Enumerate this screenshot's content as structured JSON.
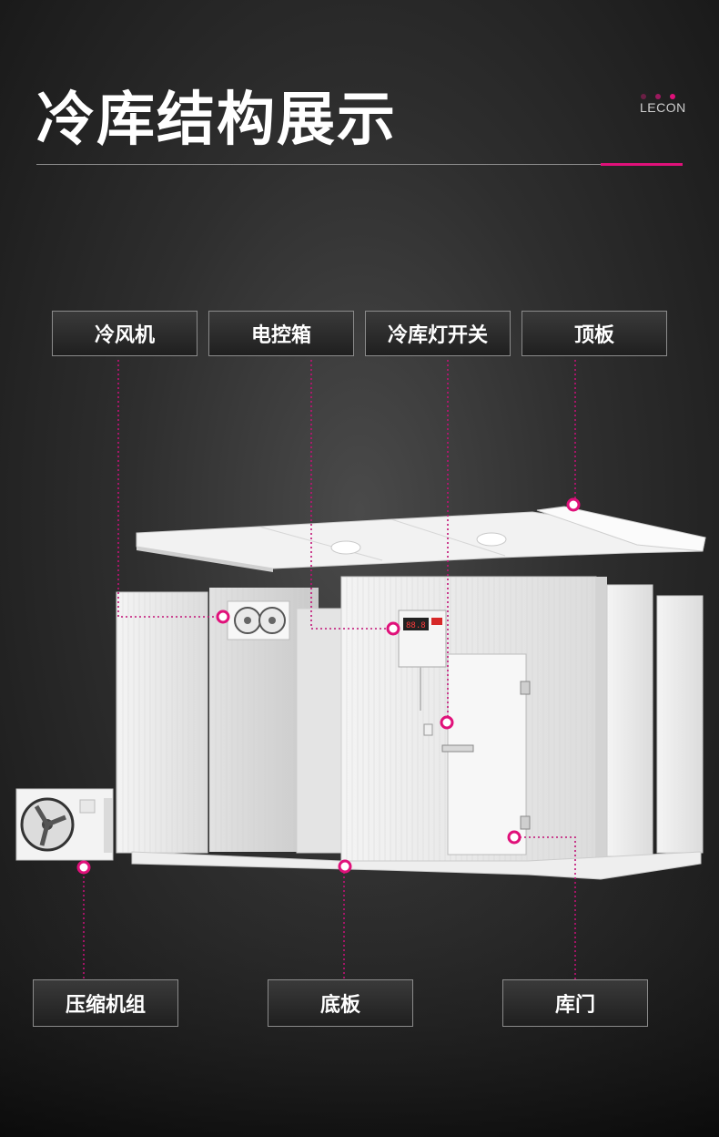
{
  "header": {
    "title": "冷库结构展示",
    "brand": "LECON",
    "dot_colors": [
      "#6b1f45",
      "#9c1a5e",
      "#e0117a"
    ],
    "accent_color": "#e0117a"
  },
  "controller_display": "88.8",
  "labels": {
    "air_cooler": "冷风机",
    "control_box": "电控箱",
    "light_switch": "冷库灯开关",
    "top_panel": "顶板",
    "condensing_unit": "压缩机组",
    "bottom_panel": "底板",
    "door": "库门"
  }
}
